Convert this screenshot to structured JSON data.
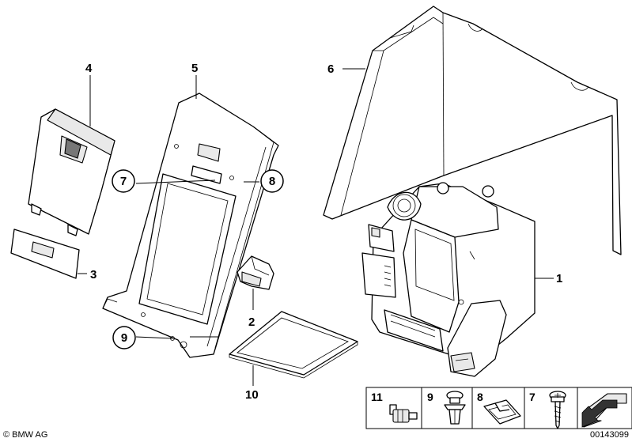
{
  "callouts": {
    "c1": "1",
    "c2": "2",
    "c3": "3",
    "c4": "4",
    "c5": "5",
    "c6": "6",
    "c7": "7",
    "c8": "8",
    "c9": "9",
    "c10": "10"
  },
  "legend": {
    "items": [
      "11",
      "9",
      "8",
      "7"
    ]
  },
  "copyright": "© BMW AG",
  "diagram_number": "00143099"
}
